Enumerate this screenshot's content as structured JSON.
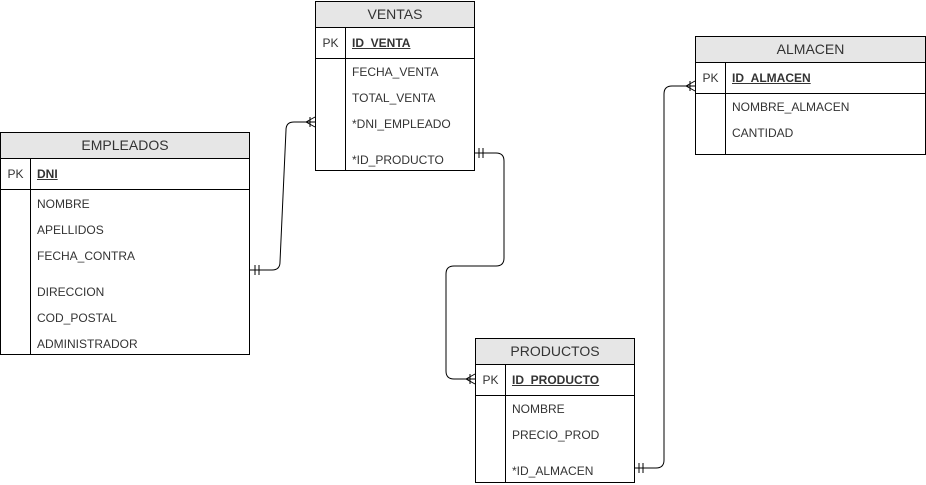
{
  "tables": {
    "ventas": {
      "title": "VENTAS",
      "pk_label": "PK",
      "pk": "ID_VENTA",
      "fields": [
        "FECHA_VENTA",
        "TOTAL_VENTA",
        "*DNI_EMPLEADO",
        "*ID_PRODUCTO"
      ]
    },
    "almacen": {
      "title": "ALMACEN",
      "pk_label": "PK",
      "pk": "ID_ALMACEN",
      "fields": [
        "NOMBRE_ALMACEN",
        "CANTIDAD"
      ]
    },
    "empleados": {
      "title": "EMPLEADOS",
      "pk_label": "PK",
      "pk": "DNI",
      "fields": [
        "NOMBRE",
        "APELLIDOS",
        "FECHA_CONTRA",
        "DIRECCION",
        "COD_POSTAL",
        "ADMINISTRADOR"
      ]
    },
    "productos": {
      "title": "PRODUCTOS",
      "pk_label": "PK",
      "pk": "ID_PRODUCTO",
      "fields": [
        "NOMBRE",
        "PRECIO_PROD",
        "*ID_ALMACEN"
      ]
    }
  },
  "colors": {
    "header_fill": "#e6e6e6",
    "border": "#000000",
    "text": "#333333"
  }
}
